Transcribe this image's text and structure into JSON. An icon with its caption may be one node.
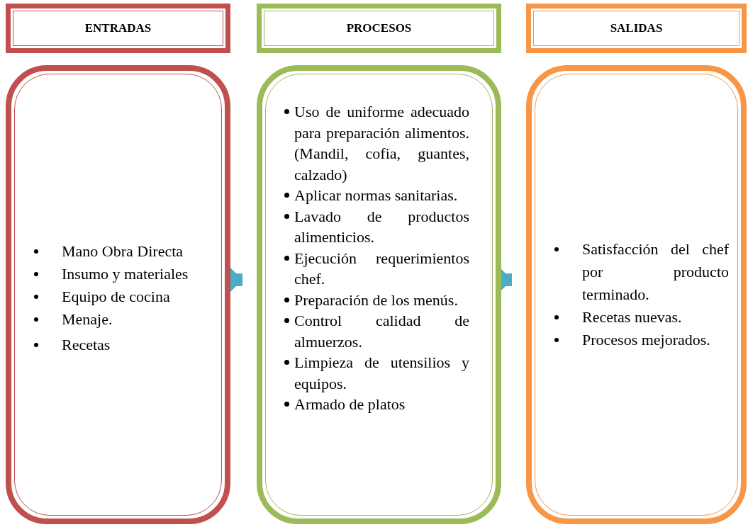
{
  "diagram": {
    "nodes": [
      {
        "text": [
          "ENTRADAS"
        ]
      },
      {
        "text": [
          "PROCESOS"
        ]
      },
      {
        "text": [
          "SALIDAS"
        ]
      },
      {
        "text": [
          "Mano Obra Directa",
          "Insumo y materiales",
          "Equipo de  cocina",
          "Menaje.",
          "Recetas"
        ]
      },
      {
        "text": [
          "Uso de uniforme adecuado para preparación alimentos. (Mandil, cofia, guantes, calzado)",
          "Aplicar normas sanitarias.",
          "Lavado de productos alimenticios.",
          "Ejecución requerimientos chef.",
          "Preparación de los menús.",
          "Control calidad de almuerzos.",
          "Limpieza de utensilios y equipos.",
          "Armado de platos"
        ]
      },
      {
        "text": [
          "Satisfacción del chef por producto terminado.",
          "Recetas nuevas.",
          "Procesos mejorados."
        ]
      }
    ],
    "edges": [
      {
        "from": 3,
        "to": 4,
        "arrow": "to"
      },
      {
        "from": 4,
        "to": 5,
        "arrow": "to"
      }
    ]
  }
}
